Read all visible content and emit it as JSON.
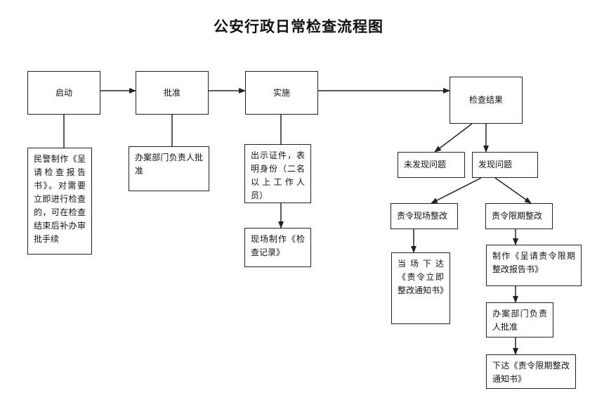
{
  "title": "公安行政日常检查流程图",
  "nodes": {
    "start": "启动",
    "approve": "批准",
    "implement": "实施",
    "result": "检查结果",
    "start_note": "民警制作《呈请检查报告书》。对需要立即进行检查的，可在检查结束后补办审批手续",
    "approve_note": "办案部门负责人批准",
    "implement_note": "出示证件，表明身份（二名以上工作人员）",
    "record": "现场制作《检查记录》",
    "no_problem": "未发现问题",
    "problem": "发现问题",
    "onsite_fix": "责令现场整改",
    "deadline_fix": "责令限期整改",
    "onsite_notice": "当场下达《责令立即整改通知书》",
    "deadline_report": "制作《呈请责令限期整改报告书》",
    "deadline_approve": "办案部门负责人批准",
    "deadline_notice": "下达《责令限期整改通知书》"
  }
}
